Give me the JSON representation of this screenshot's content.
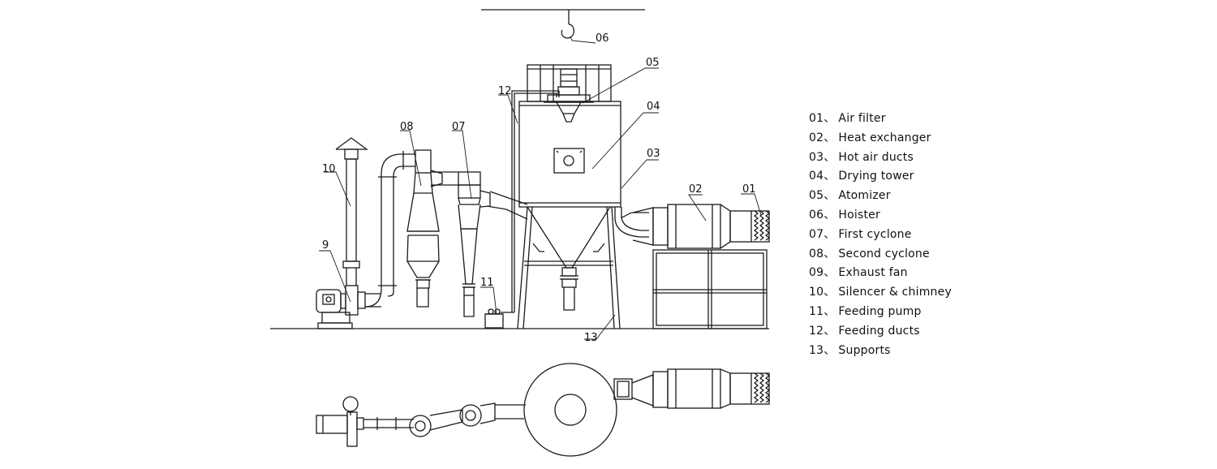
{
  "callouts": {
    "c01": "01",
    "c02": "02",
    "c03": "03",
    "c04": "04",
    "c05": "05",
    "c06": "06",
    "c07": "07",
    "c08": "08",
    "c09": "9",
    "c10": "10",
    "c11": "11",
    "c12": "12",
    "c13": "13"
  },
  "legend": [
    {
      "num": "01",
      "sep": "、",
      "text": "Air filter"
    },
    {
      "num": "02",
      "sep": "、",
      "text": "Heat exchanger"
    },
    {
      "num": "03",
      "sep": "、",
      "text": "Hot air ducts"
    },
    {
      "num": "04",
      "sep": "、",
      "text": "Drying tower"
    },
    {
      "num": "05",
      "sep": "、",
      "text": "Atomizer"
    },
    {
      "num": "06",
      "sep": "、",
      "text": "Hoister"
    },
    {
      "num": "07",
      "sep": "、",
      "text": "First cyclone"
    },
    {
      "num": "08",
      "sep": "、",
      "text": "Second cyclone"
    },
    {
      "num": "09",
      "sep": "、",
      "text": "Exhaust fan"
    },
    {
      "num": "10",
      "sep": "、",
      "text": "Silencer & chimney"
    },
    {
      "num": "11",
      "sep": "、",
      "text": "Feeding pump"
    },
    {
      "num": "12",
      "sep": "、",
      "text": "Feeding ducts"
    },
    {
      "num": "13",
      "sep": "、",
      "text": "Supports"
    }
  ],
  "colors": {
    "line": "#1a1a1a",
    "background": "#ffffff"
  }
}
